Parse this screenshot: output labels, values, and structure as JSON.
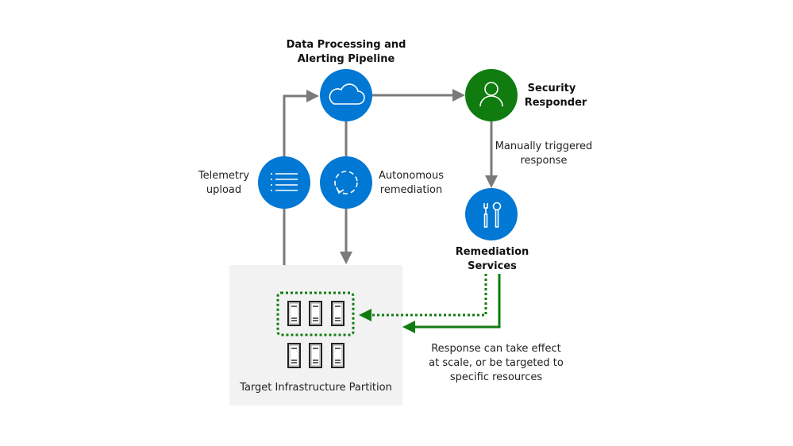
{
  "colors": {
    "blue": "#0078d4",
    "green": "#107c10",
    "arrow_gray": "#7a7a7a",
    "partition_bg": "#f2f2f2"
  },
  "nodes": {
    "pipeline": {
      "title_line1": "Data Processing and",
      "title_line2": "Alerting Pipeline",
      "icon": "cloud-icon"
    },
    "telemetry": {
      "label_line1": "Telemetry",
      "label_line2": "upload",
      "icon": "list-icon"
    },
    "autonomous": {
      "label_line1": "Autonomous",
      "label_line2": "remediation",
      "icon": "refresh-icon"
    },
    "responder": {
      "title_line1": "Security",
      "title_line2": "Responder",
      "icon": "person-icon"
    },
    "manual": {
      "label_line1": "Manually triggered",
      "label_line2": "response"
    },
    "remediation_services": {
      "title_line1": "Remediation",
      "title_line2": "Services",
      "icon": "tools-icon"
    },
    "partition": {
      "label": "Target Infrastructure Partition",
      "icon": "server-icon"
    },
    "response_note": {
      "line1": "Response can take effect",
      "line2": "at scale, or be targeted to",
      "line3": "specific resources"
    }
  }
}
